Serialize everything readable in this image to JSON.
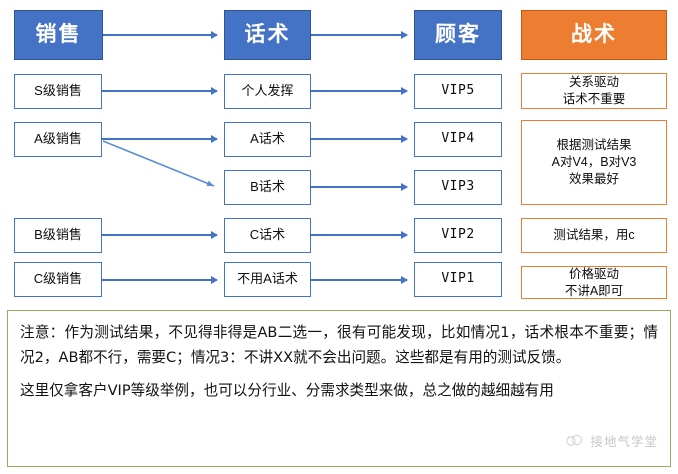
{
  "headers": [
    {
      "label": "销售",
      "name": "header-sales",
      "color": "#4472C4"
    },
    {
      "label": "话术",
      "name": "header-script",
      "color": "#4472C4"
    },
    {
      "label": "顾客",
      "name": "header-customer",
      "color": "#4472C4"
    },
    {
      "label": "战术",
      "name": "header-tactic",
      "color": "#ED7D31"
    }
  ],
  "sales": [
    {
      "label": "S级销售"
    },
    {
      "label": "A级销售"
    },
    {
      "label": "B级销售"
    },
    {
      "label": "C级销售"
    }
  ],
  "scripts": [
    {
      "label": "个人发挥"
    },
    {
      "label": "A话术"
    },
    {
      "label": "B话术"
    },
    {
      "label": "C话术"
    },
    {
      "label": "不用A话术"
    }
  ],
  "customers": [
    {
      "label": "VIP5"
    },
    {
      "label": "VIP4"
    },
    {
      "label": "VIP3"
    },
    {
      "label": "VIP2"
    },
    {
      "label": "VIP1"
    }
  ],
  "tactics": [
    {
      "line1": "关系驱动",
      "line2": "话术不重要",
      "line3": ""
    },
    {
      "line1": "根据测试结果",
      "line2": "A对V4，B对V3",
      "line3": "效果最好"
    },
    {
      "line1": "测试结果，用c",
      "line2": "",
      "line3": ""
    },
    {
      "line1": "价格驱动",
      "line2": "不讲A即可",
      "line3": ""
    }
  ],
  "note": {
    "paragraph1": "注意：作为测试结果，不见得非得是AB二选一，很有可能发现，比如情况1，话术根本不重要；情况2，AB都不行，需要C；情况3：不讲XX就不会出问题。这些都是有用的测试反馈。",
    "paragraph2": "这里仅拿客户VIP等级举例，也可以分行业、分需求类型来做，总之做的越细越有用"
  },
  "watermark": {
    "text": "接地气学堂"
  },
  "colors": {
    "header_blue": "#4472C4",
    "header_orange": "#ED7D31",
    "node_border_blue": "#4472C4",
    "tactic_border_orange": "#ED7D31",
    "note_border_green": "#8FAF5B",
    "connector_blue": "#4472C4"
  }
}
